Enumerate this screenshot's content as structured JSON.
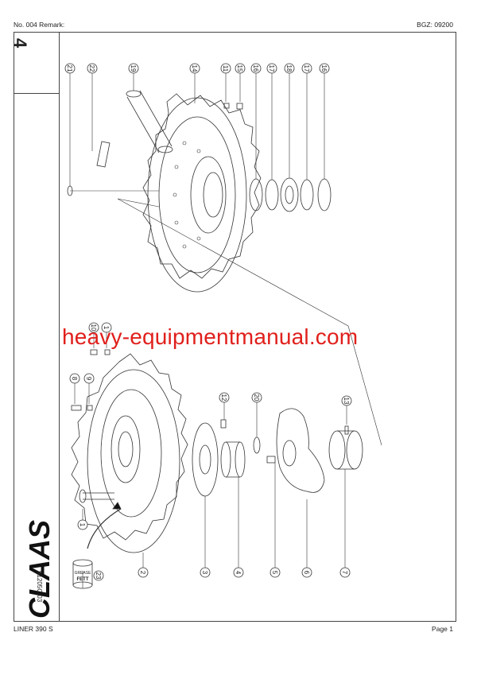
{
  "header": {
    "left": "No. 004    Remark:",
    "right": "BGZ: 09200"
  },
  "footer": {
    "left": "LINER 390 S",
    "right": "Page 1"
  },
  "sheet_number": "4",
  "brand": "CLAAS",
  "drawing_id": "91205C/03",
  "watermark": "heavy-equipmentmanual.com",
  "callouts_upper": [
    "21",
    "22",
    "19",
    "14",
    "11",
    "15",
    "16",
    "17",
    "18",
    "17",
    "16"
  ],
  "callouts_lower": [
    "10",
    "1",
    "8",
    "9",
    "12",
    "20",
    "13",
    "1",
    "2",
    "3",
    "4",
    "5",
    "6",
    "7",
    "23"
  ],
  "grease_tin": {
    "line1": "GREASE",
    "line2": "FETT"
  },
  "colors": {
    "watermark": "#e0201c",
    "line": "#333333"
  }
}
